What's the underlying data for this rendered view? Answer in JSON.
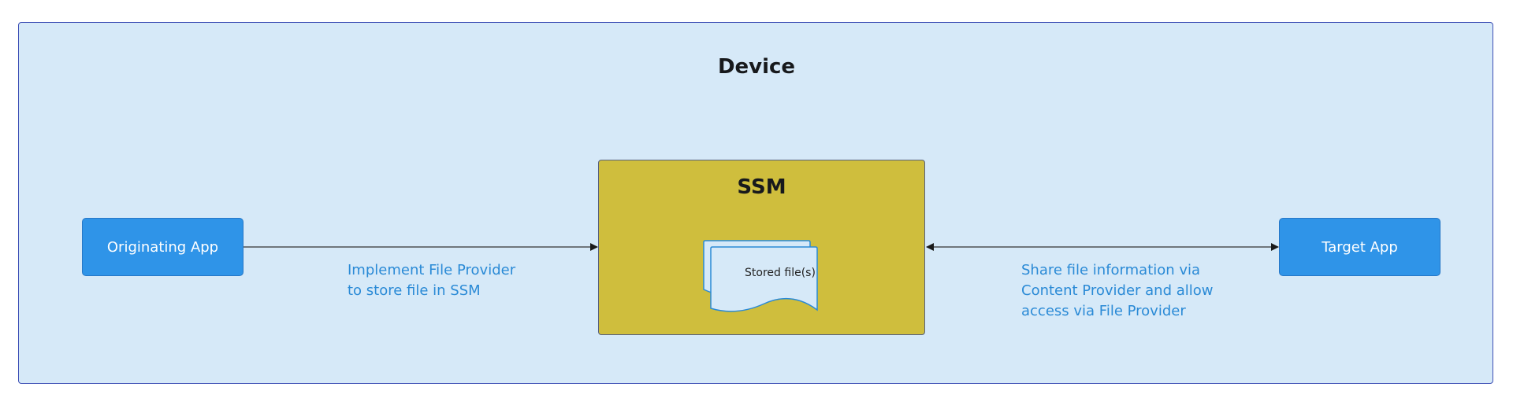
{
  "device": {
    "title": "Device"
  },
  "apps": {
    "originating": "Originating App",
    "target": "Target App"
  },
  "ssm": {
    "title": "SSM",
    "stored_files_label": "Stored file(s)"
  },
  "edges": {
    "originating_to_ssm": "Implement File Provider\nto store file in SSM",
    "ssm_to_target": "Share file information via\nContent Provider and allow\naccess via File Provider"
  },
  "colors": {
    "device_fill": "#d6e9f8",
    "device_border": "#3d4fb5",
    "app_fill": "#2f94e8",
    "ssm_fill": "#cfbe3d",
    "document_fill": "#d6e9f8",
    "document_border": "#2a8ad6",
    "edge_label": "#2a8ad6",
    "connector": "#333333"
  }
}
